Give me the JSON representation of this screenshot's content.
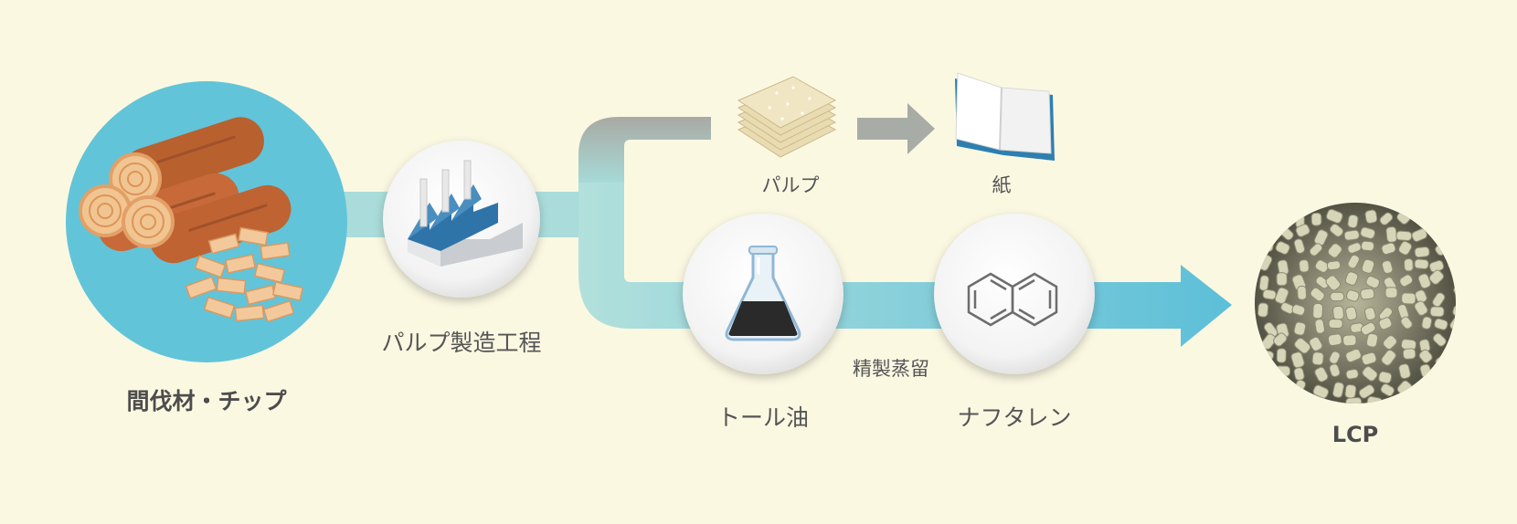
{
  "labels": {
    "wood": "間伐材・チップ",
    "process": "パルプ製造工程",
    "pulp": "パルプ",
    "paper": "紙",
    "tall_oil": "トール油",
    "refining": "精製蒸留",
    "naphthalene": "ナフタレン",
    "lcp": "LCP"
  },
  "icons": [
    "wood-logs-icon",
    "factory-icon",
    "pulp-sheets-icon",
    "paper-book-icon",
    "flask-icon",
    "naphthalene-icon",
    "lcp-pellets-icon"
  ],
  "colors": {
    "background": "#fbf8e2",
    "wood_circle": "#62c4d8",
    "flow_light": "#a9dcda",
    "flow_accent": "#5ec0d8",
    "flow_grey": "#a8aca6",
    "wood": "#c8693a",
    "factory_blue": "#2e74a8",
    "book_blue": "#2e7fb0",
    "oil_dark": "#2a2a2a"
  }
}
